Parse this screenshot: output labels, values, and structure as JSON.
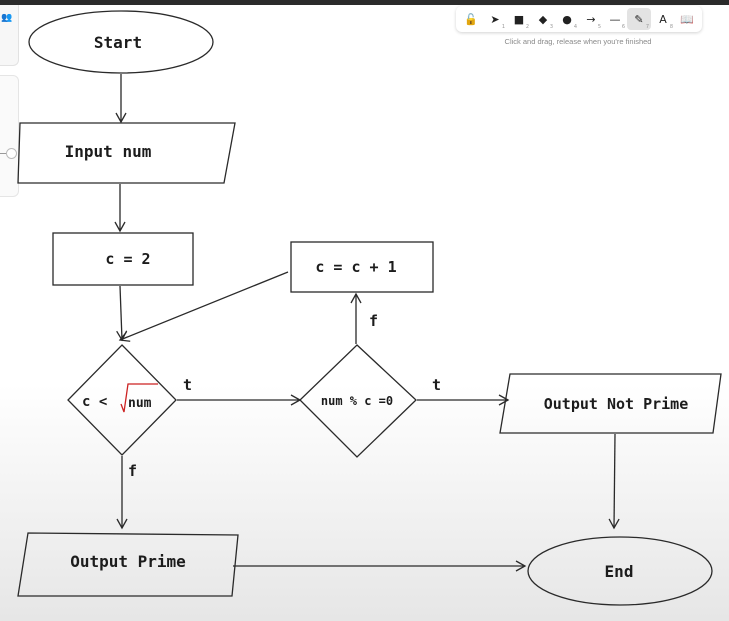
{
  "toolbar": {
    "tools": [
      {
        "icon": "lock-open-icon",
        "glyph": "🔓",
        "num": ""
      },
      {
        "icon": "pointer-icon",
        "glyph": "➤",
        "num": "1"
      },
      {
        "icon": "rectangle-icon",
        "glyph": "■",
        "num": "2"
      },
      {
        "icon": "diamond-icon",
        "glyph": "◆",
        "num": "3"
      },
      {
        "icon": "ellipse-icon",
        "glyph": "●",
        "num": "4"
      },
      {
        "icon": "arrow-icon",
        "glyph": "→",
        "num": "5"
      },
      {
        "icon": "line-icon",
        "glyph": "—",
        "num": "6"
      },
      {
        "icon": "pencil-icon",
        "glyph": "✎",
        "num": "7"
      },
      {
        "icon": "text-icon",
        "glyph": "A",
        "num": "8"
      },
      {
        "icon": "library-icon",
        "glyph": "📖",
        "num": ""
      }
    ],
    "active_tool": "pencil-icon",
    "hint": "Click and drag, release when you're finished"
  },
  "flowchart": {
    "start": "Start",
    "input": "Input num",
    "init": "c = 2",
    "increment": "c = c + 1",
    "loop_condition_left": "c <",
    "loop_condition_num": "num",
    "mod_condition": "num % c =0",
    "output_not_prime": "Output Not Prime",
    "output_prime": "Output Prime",
    "end": "End",
    "label_loop_true": "t",
    "label_loop_false": "f",
    "label_mod_true": "t",
    "label_mod_false": "f"
  },
  "colors": {
    "stroke": "#2a2a2a",
    "sqrt_mark": "#cc2222"
  }
}
